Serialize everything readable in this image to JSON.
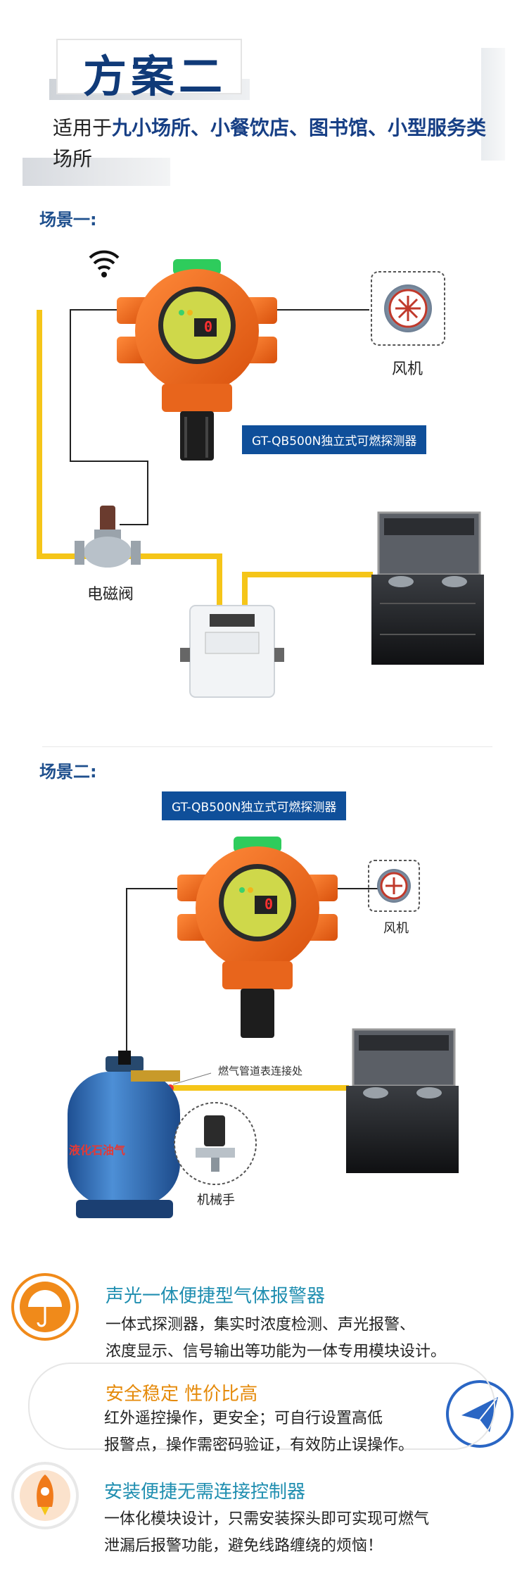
{
  "header": {
    "title": "方案二",
    "subtitle_prefix": "适用于",
    "subtitle_highlight": "九小场所、小餐饮店、图书馆、小型服务类",
    "subtitle_suffix": "场所"
  },
  "scene1": {
    "label": "场景一:",
    "model_tag": "GT-QB500N独立式可燃探测器",
    "fan_label": "风机",
    "valve_label": "电磁阀",
    "display_value": "0"
  },
  "scene2": {
    "label": "场景二:",
    "model_tag": "GT-QB500N独立式可燃探测器",
    "fan_label": "风机",
    "pipe_label": "燃气管道表连接处",
    "manipulator_label": "机械手",
    "cylinder_label": "液化石油气",
    "display_value": "0"
  },
  "features": [
    {
      "title": "声光一体便捷型气体报警器",
      "line1": "一体式探测器，集实时浓度检测、声光报警、",
      "line2": "浓度显示、信号输出等功能为一体专用模块设计。",
      "icon": "umbrella-icon"
    },
    {
      "title": "安全稳定 性价比高",
      "line1": "红外遥控操作，更安全；可自行设置高低",
      "line2": "报警点，操作需密码验证，有效防止误操作。",
      "icon": "paper-plane-icon"
    },
    {
      "title": "安装便捷无需连接控制器",
      "line1": "一体化模块设计，只需安装探头即可实现可燃气",
      "line2": "泄漏后报警功能，避免线路缠绕的烦恼！",
      "icon": "rocket-icon"
    }
  ],
  "colors": {
    "navy": "#103a78",
    "gas_pipe": "#f5c518",
    "detector_orange": "#f06a1c",
    "cylinder_blue": "#2e6fb8",
    "feature_blue": "#1f8eb0",
    "feature_orange": "#e58a0a"
  }
}
